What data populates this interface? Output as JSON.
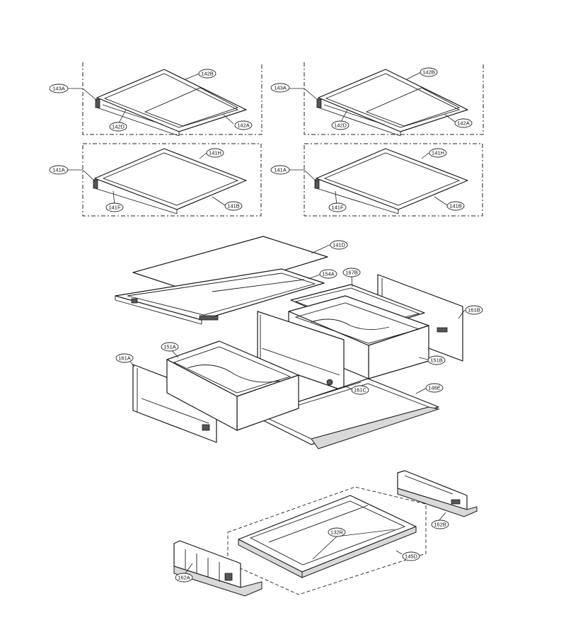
{
  "diagram": {
    "callouts": {
      "c143A_l": "143A",
      "c142B_l": "142B",
      "c142D_l": "142D",
      "c142A_l": "142A",
      "c143A_r": "143A",
      "c142B_r": "142B",
      "c142D_r": "142D",
      "c142A_r": "142A",
      "c141A_l": "141A",
      "c141H_l": "141H",
      "c141F_l": "141F",
      "c141B_l": "141B",
      "c141A_r": "141A",
      "c141H_r": "141H",
      "c141F_r": "141F",
      "c141B_r": "141B",
      "c141D": "141D",
      "c154A": "154A",
      "c167B": "167B",
      "c161B": "161B",
      "c151A": "151A",
      "c161A": "161A",
      "c151B": "151B",
      "c161C": "161C",
      "c146E": "146E",
      "c132R": "132R",
      "c145D": "145D",
      "c162B": "162B",
      "c162A": "162A"
    }
  }
}
